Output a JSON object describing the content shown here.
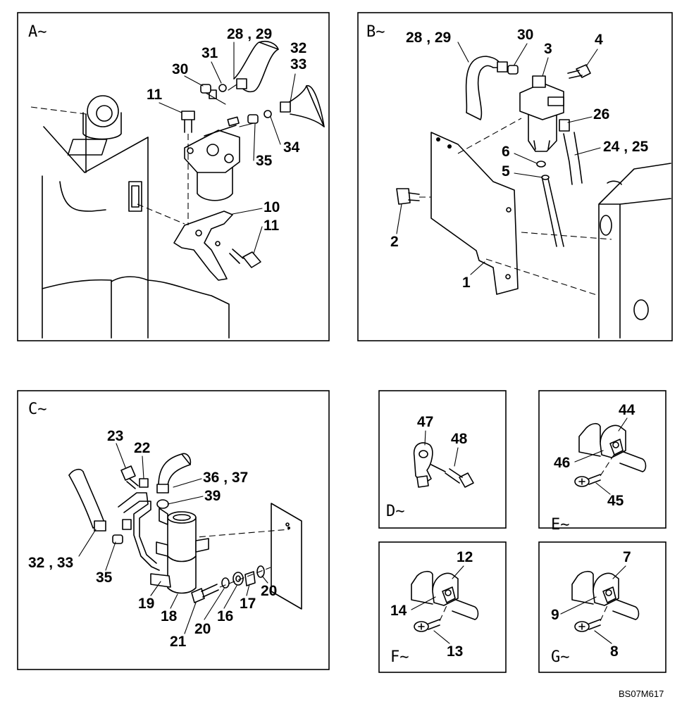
{
  "views": [
    {
      "id": "A",
      "label": "A∼"
    },
    {
      "id": "B",
      "label": "B∼"
    },
    {
      "id": "C",
      "label": "C∼"
    },
    {
      "id": "D",
      "label": "D∼"
    },
    {
      "id": "E",
      "label": "E∼"
    },
    {
      "id": "F",
      "label": "F∼"
    },
    {
      "id": "G",
      "label": "G∼"
    }
  ],
  "callouts": {
    "A": [
      "28 , 29",
      "32",
      "33",
      "31",
      "30",
      "11",
      "34",
      "35",
      "10",
      "11"
    ],
    "B": [
      "28 , 29",
      "30",
      "3",
      "4",
      "26",
      "24 , 25",
      "6",
      "5",
      "2",
      "1"
    ],
    "C": [
      "23",
      "22",
      "36 , 37",
      "39",
      "32 , 33",
      "35",
      "19",
      "18",
      "21",
      "20",
      "16",
      "17",
      "20"
    ],
    "D": [
      "47",
      "48"
    ],
    "E": [
      "44",
      "46",
      "45"
    ],
    "F": [
      "12",
      "14",
      "13"
    ],
    "G": [
      "7",
      "9",
      "8"
    ]
  },
  "drawing_code": "BS07M617"
}
